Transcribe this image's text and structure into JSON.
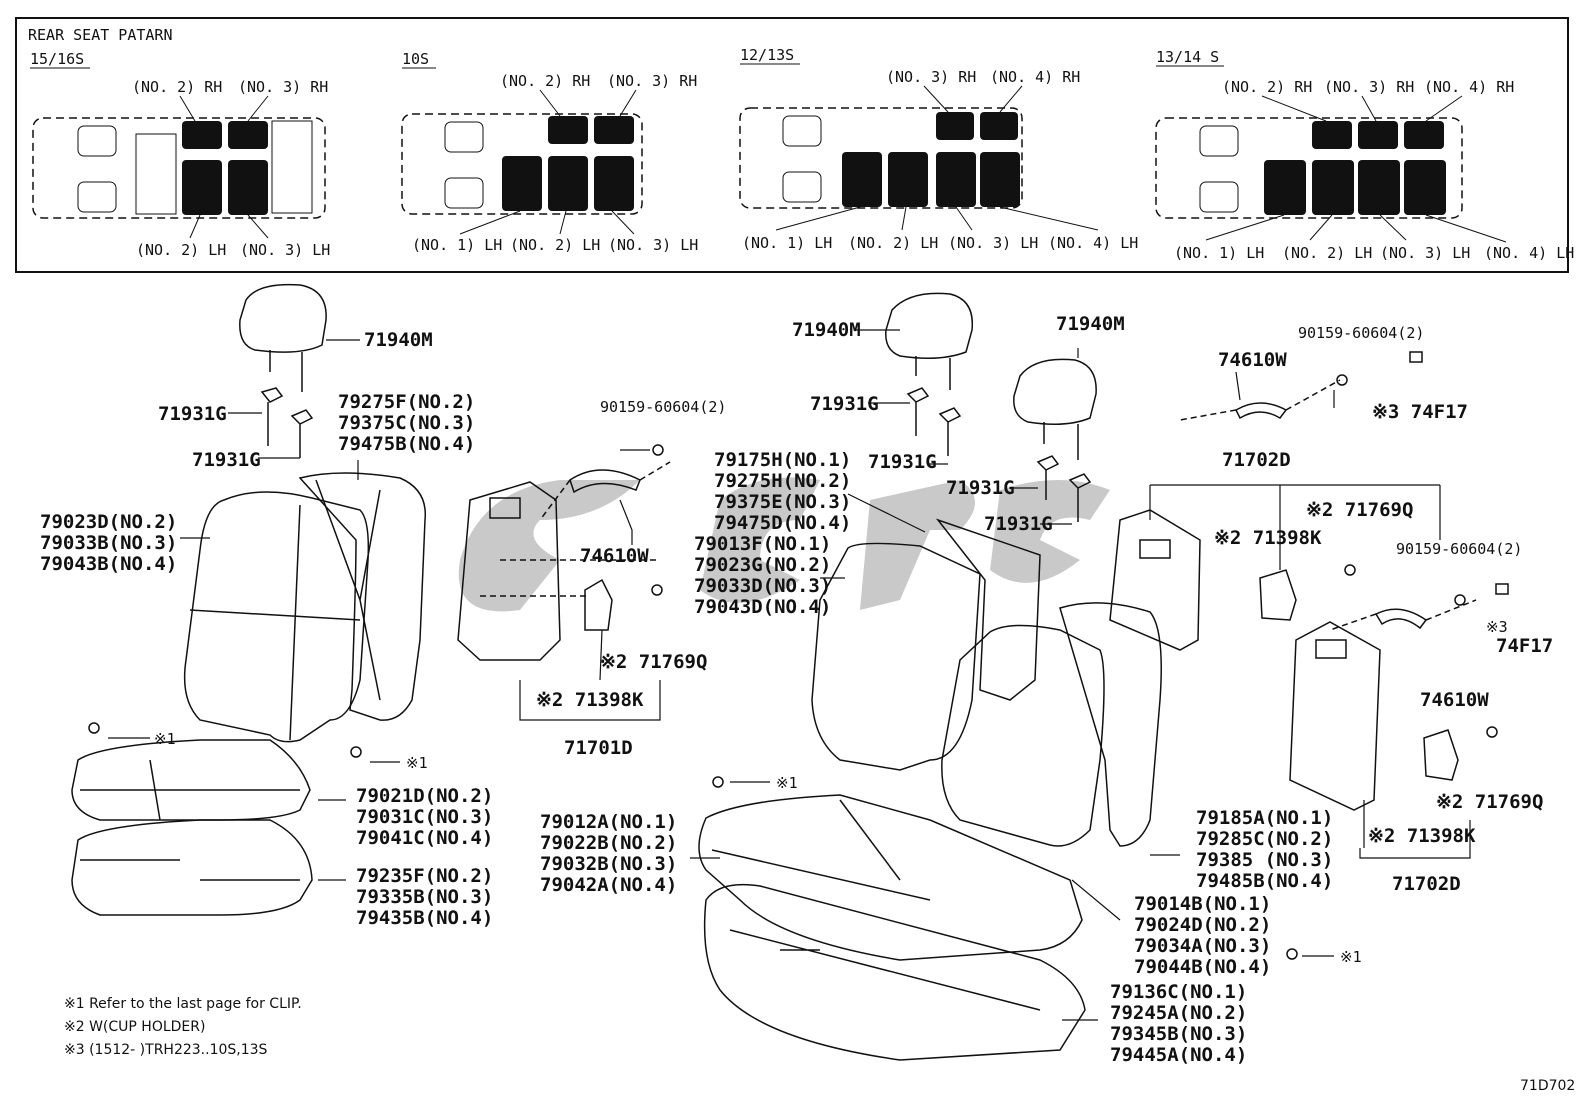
{
  "pattern_box": {
    "title": "REAR SEAT PATARN",
    "groups": [
      {
        "code": "15/16S",
        "top_labels": [
          "(NO. 2) RH",
          "(NO. 3) RH"
        ],
        "bottom_labels": [
          "(NO. 2) LH",
          "(NO. 3) LH"
        ]
      },
      {
        "code": "10S",
        "top_labels": [
          "(NO. 2) RH",
          "(NO. 3) RH"
        ],
        "bottom_labels": [
          "(NO. 1) LH",
          "(NO. 2) LH",
          "(NO. 3) LH"
        ]
      },
      {
        "code": "12/13S",
        "top_labels": [
          "(NO. 3) RH",
          "(NO. 4) RH"
        ],
        "bottom_labels": [
          "(NO. 1) LH",
          "(NO. 2) LH",
          "(NO. 3) LH",
          "(NO. 4) LH"
        ]
      },
      {
        "code": "13/14 S",
        "top_labels": [
          "(NO. 2) RH",
          "(NO. 3) RH",
          "(NO. 4) RH"
        ],
        "bottom_labels": [
          "(NO. 1) LH",
          "(NO. 2) LH",
          "(NO. 3) LH",
          "(NO. 4) LH"
        ]
      }
    ]
  },
  "left_assembly": {
    "headrest": "71940M",
    "support_1": "71931G",
    "support_2": "71931G",
    "back_pad_group": [
      "79275F(NO.2)",
      "79375C(NO.3)",
      "79475B(NO.4)"
    ],
    "back_cover_group": [
      "79023D(NO.2)",
      "79033B(NO.3)",
      "79043B(NO.4)"
    ],
    "bolt": "90159-60604(2)",
    "armrest": "74610W",
    "hinge_a": "※2 71769Q",
    "hinge_b": "※2 71398K",
    "board": "71701D",
    "clip_1": "※1",
    "clip_2": "※1",
    "cushion_cover_group": [
      "79021D(NO.2)",
      "79031C(NO.3)",
      "79041C(NO.4)"
    ],
    "cushion_pad_group": [
      "79235F(NO.2)",
      "79335B(NO.3)",
      "79435B(NO.4)"
    ]
  },
  "right_assembly": {
    "headrest_1": "71940M",
    "headrest_2": "71940M",
    "support_1": "71931G",
    "support_2": "71931G",
    "support_3": "71931G",
    "support_4": "71931G",
    "back_pad_group": [
      "79175H(NO.1)",
      "79275H(NO.2)",
      "79375E(NO.3)",
      "79475D(NO.4)"
    ],
    "back_cover_group": [
      "79013F(NO.1)",
      "79023G(NO.2)",
      "79033D(NO.3)",
      "79043D(NO.4)"
    ],
    "bolt_1": "90159-60604(2)",
    "bolt_2": "90159-60604(2)",
    "armrest_1": "74610W",
    "armrest_2": "74610W",
    "cap_1": "※3  74F17",
    "cap_2": "74F17",
    "cap_2_mark": "※3",
    "board_top": "71702D",
    "board_bottom": "71702D",
    "hinge_a1": "※2 71769Q",
    "hinge_b1": "※2 71398K",
    "hinge_a2": "※2  71769Q",
    "hinge_b2": "※2 71398K",
    "clip_1": "※1",
    "clip_2": "※1",
    "cushion_cover_group": [
      "79012A(NO.1)",
      "79022B(NO.2)",
      "79032B(NO.3)",
      "79042A(NO.4)"
    ],
    "cushion_frame_group": [
      "79014B(NO.1)",
      "79024D(NO.2)",
      "79034A(NO.3)",
      "79044B(NO.4)"
    ],
    "back_frame_group": [
      "79185A(NO.1)",
      "79285C(NO.2)",
      "79385  (NO.3)",
      "79485B(NO.4)"
    ],
    "cushion_pad_group": [
      "79136C(NO.1)",
      "79245A(NO.2)",
      "79345B(NO.3)",
      "79445A(NO.4)"
    ]
  },
  "notes": [
    "※1 Refer to the last page for CLIP.",
    "※2 W(CUP HOLDER)",
    "※3 (1512-        )TRH223..10S,13S"
  ],
  "diagram_code": "71D702"
}
